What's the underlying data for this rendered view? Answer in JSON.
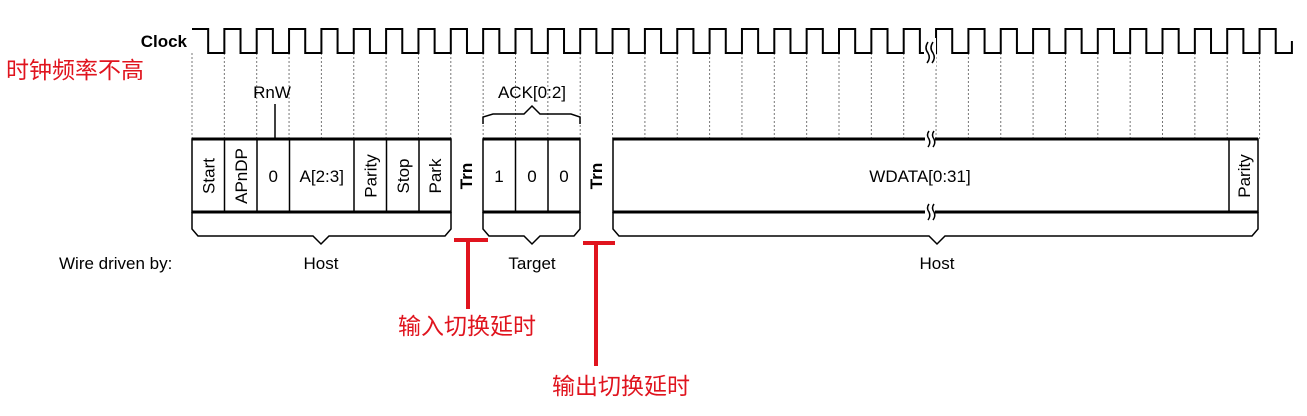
{
  "signals": {
    "clock_label": "Clock",
    "clock_note": "时钟频率不高"
  },
  "header_fields": {
    "rnw": "RnW",
    "ack": "ACK[0:2]"
  },
  "host_request": [
    {
      "label": "Start",
      "vertical": true
    },
    {
      "label": "APnDP",
      "vertical": true
    },
    {
      "label": "0",
      "vertical": false
    },
    {
      "label": "A[2:3]",
      "vertical": false
    },
    {
      "label": "Parity",
      "vertical": true
    },
    {
      "label": "Stop",
      "vertical": true
    },
    {
      "label": "Park",
      "vertical": true
    }
  ],
  "turnaround_label": "Trn",
  "ack_bits": [
    "1",
    "0",
    "0"
  ],
  "data_field": {
    "label": "WDATA[0:31]",
    "parity": "Parity"
  },
  "driven_by": {
    "caption": "Wire driven by:",
    "segments": [
      "Host",
      "Target",
      "Host"
    ]
  },
  "annotations": {
    "input_turnaround": "输入切换延时",
    "output_turnaround": "输出切换延时",
    "color": "#e0141e"
  }
}
